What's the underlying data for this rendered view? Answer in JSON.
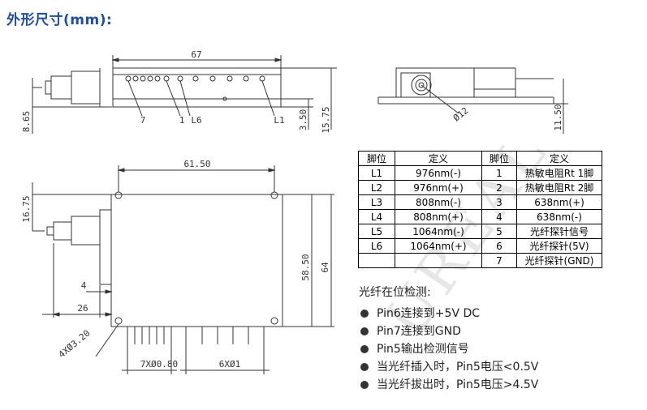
{
  "title": "外形尺寸(mm):",
  "dimensions": {
    "top_width": "67",
    "top_height_left": "8.65",
    "top_height_a": "3.50",
    "top_height_b": "15.75",
    "end_diameter": "Ø12",
    "end_height": "11.50",
    "bottom_width": "61.50",
    "fiber_offset": "16.75",
    "body_height_a": "58.50",
    "body_height_b": "64",
    "fiber_len_a": "4",
    "fiber_len_b": "26",
    "holes": "4XØ3.20",
    "pins_small": "7XØ0.80",
    "pins_large": "6XØ1"
  },
  "callouts": {
    "c7": "7",
    "c1": "1",
    "cL6": "L6",
    "cL1": "L1"
  },
  "pin_table": {
    "headers": [
      "脚位",
      "定义",
      "脚位",
      "定义"
    ],
    "rows": [
      [
        "L1",
        "976nm(-)",
        "1",
        "热敏电阻Rt 1脚"
      ],
      [
        "L2",
        "976nm(+)",
        "2",
        "热敏电阻Rt 2脚"
      ],
      [
        "L3",
        "808nm(-)",
        "3",
        "638nm(+)"
      ],
      [
        "L4",
        "808nm(+)",
        "4",
        "638nm(-)"
      ],
      [
        "L5",
        "1064nm(-)",
        "5",
        "光纤探针信号"
      ],
      [
        "L6",
        "1064nm(+)",
        "6",
        "光纤探针(5V)"
      ],
      [
        "",
        "",
        "7",
        "光纤探针(GND)"
      ]
    ]
  },
  "fiber_detection": {
    "title": "光纤在位检测:",
    "items": [
      "Pin6连接到+5V DC",
      "Pin7连接到GND",
      "Pin5输出检测信号",
      "当光纤插入时，Pin5电压<0.5V",
      "当光纤拔出时，Pin5电压>4.5V"
    ]
  },
  "watermark": "UREAL",
  "colors": {
    "title": "#1f4e9c",
    "line": "#333333",
    "watermark": "#e6e6e6"
  }
}
